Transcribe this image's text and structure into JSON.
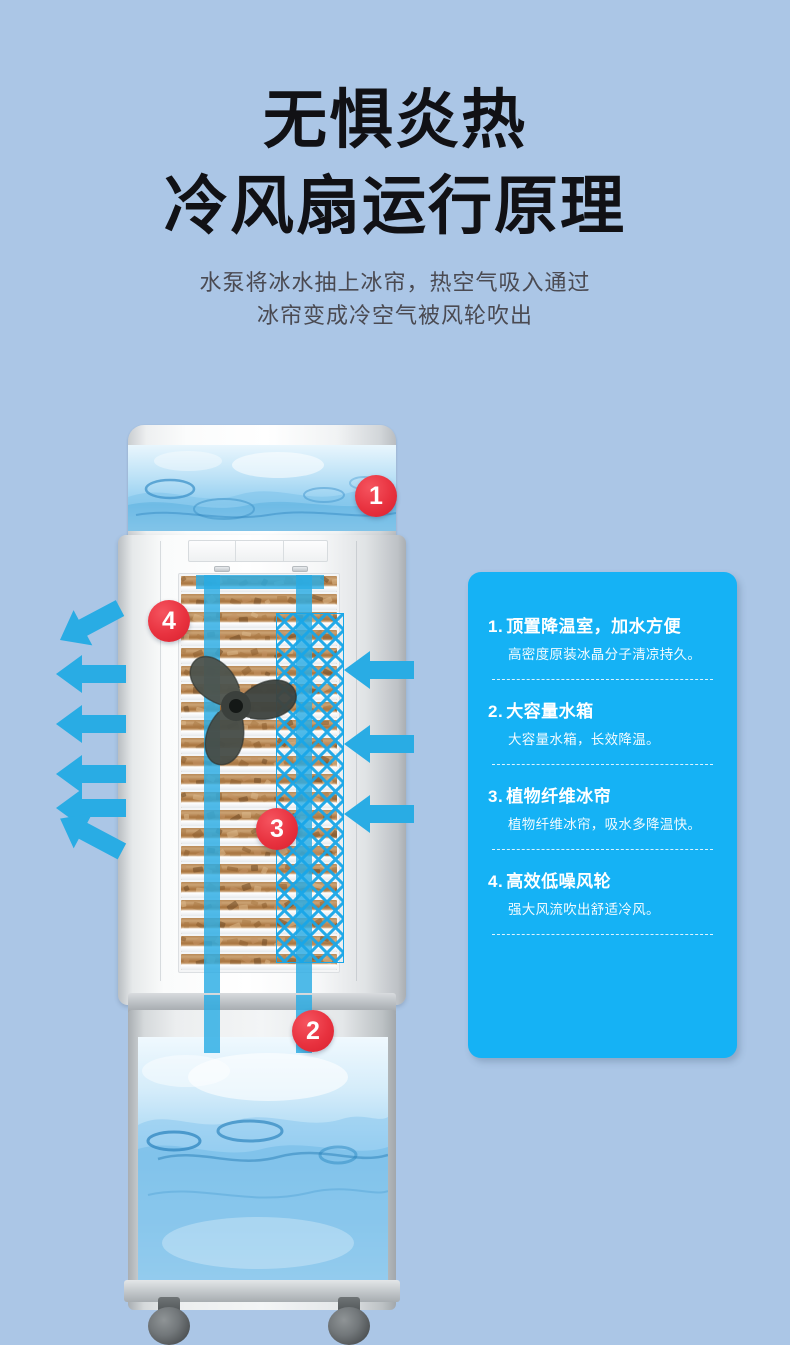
{
  "header": {
    "title_line1": "无惧炎热",
    "title_line2": "冷风扇运行原理",
    "subtitle_line1": "水泵将冰水抽上冰帘，热空气吸入通过",
    "subtitle_line2": "冰帘变成冷空气被风轮吹出"
  },
  "colors": {
    "background": "#abc6e6",
    "panel_blue": "#15b2f5",
    "badge_red": "#e8323f",
    "arrow_blue": "#29ace4",
    "title_black": "#111115",
    "subtitle_gray": "#4a4a52"
  },
  "features": [
    {
      "num": "1.",
      "title": "顶置降温室，加水方便",
      "desc": "高密度原装冰晶分子清凉持久。"
    },
    {
      "num": "2.",
      "title": "大容量水箱",
      "desc": "大容量水箱，长效降温。"
    },
    {
      "num": "3.",
      "title": "植物纤维冰帘",
      "desc": "植物纤维冰帘，吸水多降温快。"
    },
    {
      "num": "4.",
      "title": "高效低噪风轮",
      "desc": "强大风流吹出舒适冷风。"
    }
  ],
  "callouts": [
    {
      "id": "1",
      "label": "1",
      "target": "top-cooling-chamber"
    },
    {
      "id": "2",
      "label": "2",
      "target": "water-tank"
    },
    {
      "id": "3",
      "label": "3",
      "target": "fiber-cooling-pad"
    },
    {
      "id": "4",
      "label": "4",
      "target": "fan-wheel"
    }
  ],
  "diagram": {
    "airflow_out_arrows": 6,
    "airflow_in_arrows": 3,
    "fan_blades": 3
  }
}
